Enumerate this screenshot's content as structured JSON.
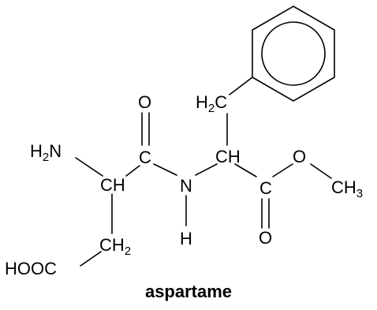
{
  "molecule": {
    "caption": "aspartame",
    "atoms": {
      "o_amide": "O",
      "h2c_label": "H",
      "h2c_sub": "2",
      "h2c_c": "C",
      "h2n_label": "H",
      "h2n_sub": "2",
      "h2n_n": "N",
      "c_amide": "C",
      "ch_alpha_left": "CH",
      "n_amide": "N",
      "ch_alpha_right": "CH",
      "o_ester": "O",
      "ch3_label": "CH",
      "ch3_sub": "3",
      "c_ester": "C",
      "ch2_label": "CH",
      "ch2_sub": "2",
      "h_amide": "H",
      "o_carbonyl": "O",
      "hooc": "HOOC"
    }
  }
}
